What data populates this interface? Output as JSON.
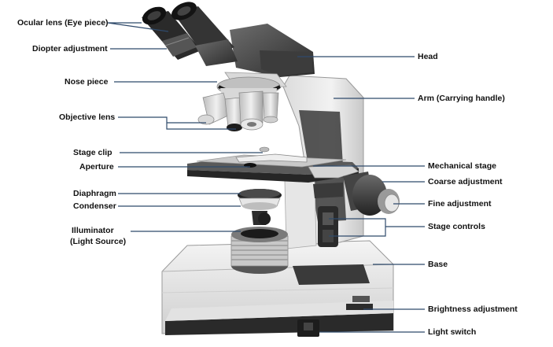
{
  "labels": {
    "ocular_lens": "Ocular lens (Eye piece)",
    "diopter_adjustment": "Diopter adjustment",
    "nose_piece": "Nose piece",
    "objective_lens": "Objective lens",
    "stage_clip": "Stage clip",
    "aperture": "Aperture",
    "diaphragm": "Diaphragm",
    "condenser": "Condenser",
    "illuminator_line1": "Illuminator",
    "illuminator_line2": "(Light Source)",
    "head": "Head",
    "arm": "Arm (Carrying handle)",
    "mechanical_stage": "Mechanical stage",
    "coarse_adjustment": "Coarse adjustment",
    "fine_adjustment": "Fine adjustment",
    "stage_controls": "Stage controls",
    "base": "Base",
    "brightness_adjustment": "Brightness adjustment",
    "light_switch": "Light switch"
  },
  "colors": {
    "leader_line": "#2f4a6b",
    "body_light": "#ececec",
    "body_mid": "#cfcfcf",
    "body_dark": "#3a3a3a",
    "body_black": "#1f1f1f"
  }
}
